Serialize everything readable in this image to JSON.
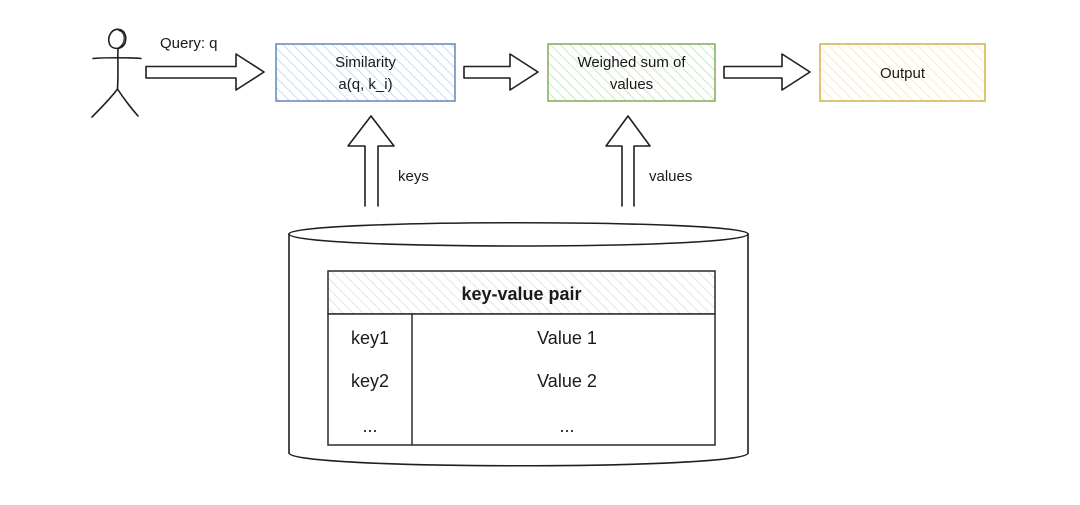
{
  "flow": {
    "query_label": "Query: q",
    "similarity_line1": "Similarity",
    "similarity_line2": "a(q, k_i)",
    "weighted_line1": "Weighed sum of",
    "weighted_line2": "values",
    "output_label": "Output",
    "keys_label": "keys",
    "values_label": "values"
  },
  "store": {
    "table_header": "key-value pair",
    "rows": [
      {
        "key": "key1",
        "value": "Value 1"
      },
      {
        "key": "key2",
        "value": "Value 2"
      },
      {
        "key": "...",
        "value": "..."
      }
    ]
  },
  "colors": {
    "similarity_stroke": "#6c8ebf",
    "similarity_fill": "#dae8fc",
    "weighted_stroke": "#82b366",
    "weighted_fill": "#d5e8d4",
    "output_stroke": "#d6b656",
    "output_fill": "#fff2cc"
  }
}
